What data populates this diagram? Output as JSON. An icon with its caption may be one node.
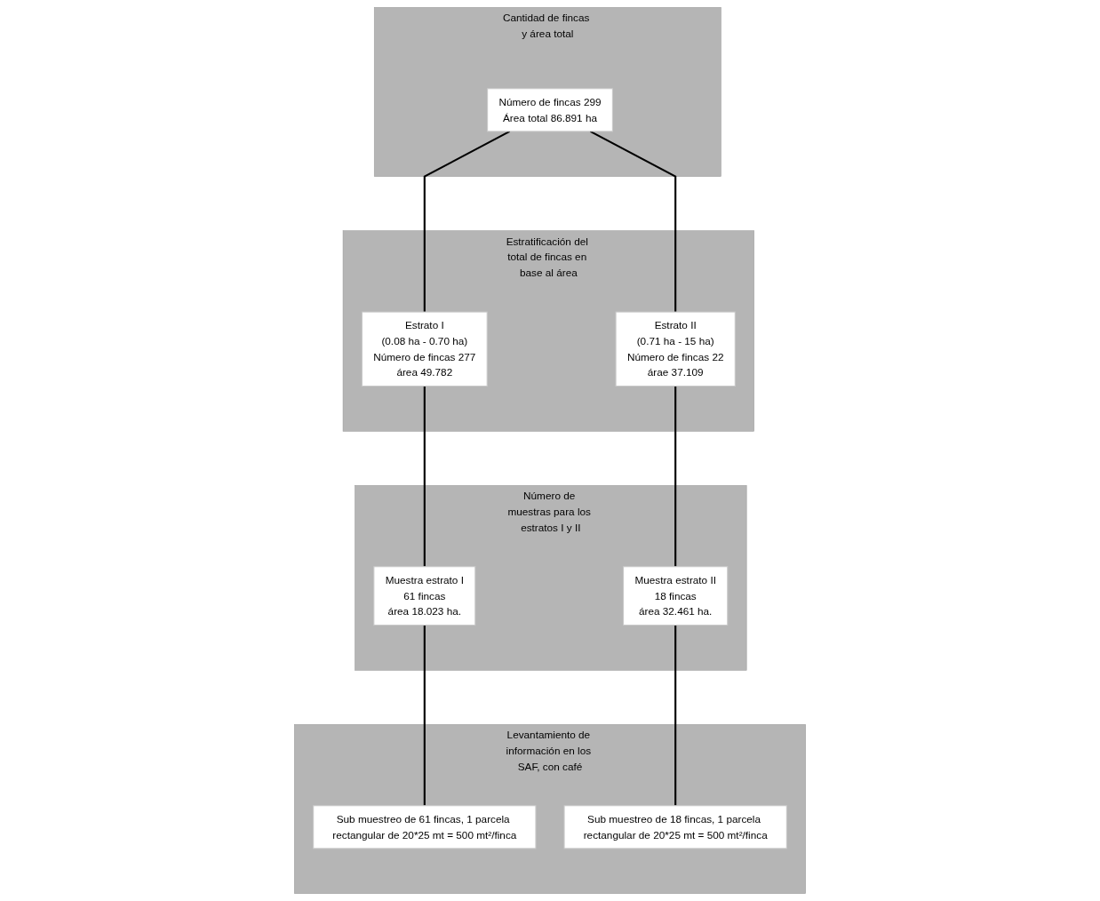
{
  "diagram": {
    "nodes": [
      {
        "text": [
          "Cantidad de fincas y área total"
        ]
      },
      {
        "text": [
          "Número de fincas 299",
          "Área total 86.891 ha"
        ],
        "in": 0
      },
      {
        "text": [
          "Estratificación del total de fincas en base al área"
        ]
      },
      {
        "text": [
          "Estrato I",
          "(0.08 ha - 0.70 ha)",
          "Número de fincas 277",
          "área 49.782"
        ],
        "in": 2
      },
      {
        "text": [
          "Estrato II",
          "(0.71 ha - 15 ha)",
          "Número de fincas 22",
          "árae 37.109"
        ],
        "in": 2
      },
      {
        "text": [
          "Número de muestras para los estratos I y II"
        ]
      },
      {
        "text": [
          "Muestra estrato I",
          "61 fincas",
          "área 18.023 ha."
        ],
        "in": 5
      },
      {
        "text": [
          "Muestra estrato II",
          "18 fincas",
          "área 32.461 ha."
        ],
        "in": 5
      },
      {
        "text": [
          "Levantamiento de información en los SAF, con café"
        ]
      },
      {
        "text": [
          "Sub muestreo de 61 fincas, 1 parcela rectangular de 20*25 mt = 500 mt²/finca"
        ],
        "in": 8
      },
      {
        "text": [
          "Sub muestreo de 18 fincas, 1 parcela rectangular de 20*25 mt = 500 mt²/finca"
        ],
        "in": 8
      }
    ],
    "edges": [
      {
        "from": 1,
        "to": 3,
        "arrow": "none"
      },
      {
        "from": 1,
        "to": 4,
        "arrow": "none"
      },
      {
        "from": 3,
        "to": 6,
        "arrow": "none"
      },
      {
        "from": 4,
        "to": 7,
        "arrow": "none"
      },
      {
        "from": 6,
        "to": 9,
        "arrow": "none"
      },
      {
        "from": 7,
        "to": 10,
        "arrow": "none"
      }
    ]
  }
}
